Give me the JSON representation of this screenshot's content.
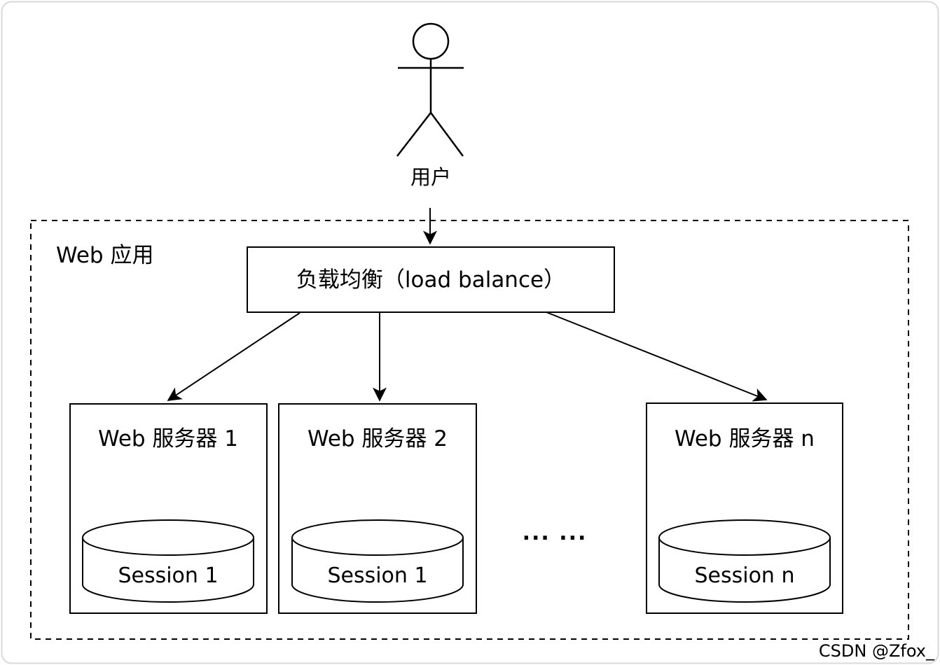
{
  "diagram": {
    "actor": {
      "label": "用户"
    },
    "web_app_container": {
      "label": "Web 应用"
    },
    "load_balancer": {
      "label": "负载均衡（load balance）"
    },
    "servers": [
      {
        "name": "Web 服务器 1",
        "session": "Session 1"
      },
      {
        "name": "Web 服务器 2",
        "session": "Session 1"
      },
      {
        "name": "Web 服务器 n",
        "session": "Session n"
      }
    ],
    "ellipsis": "... ...",
    "watermark": "CSDN @Zfox_",
    "colors": {
      "stroke": "#000000",
      "background": "#ffffff",
      "page_border": "#d9d9d9",
      "watermark": "#c9c9c9"
    }
  }
}
